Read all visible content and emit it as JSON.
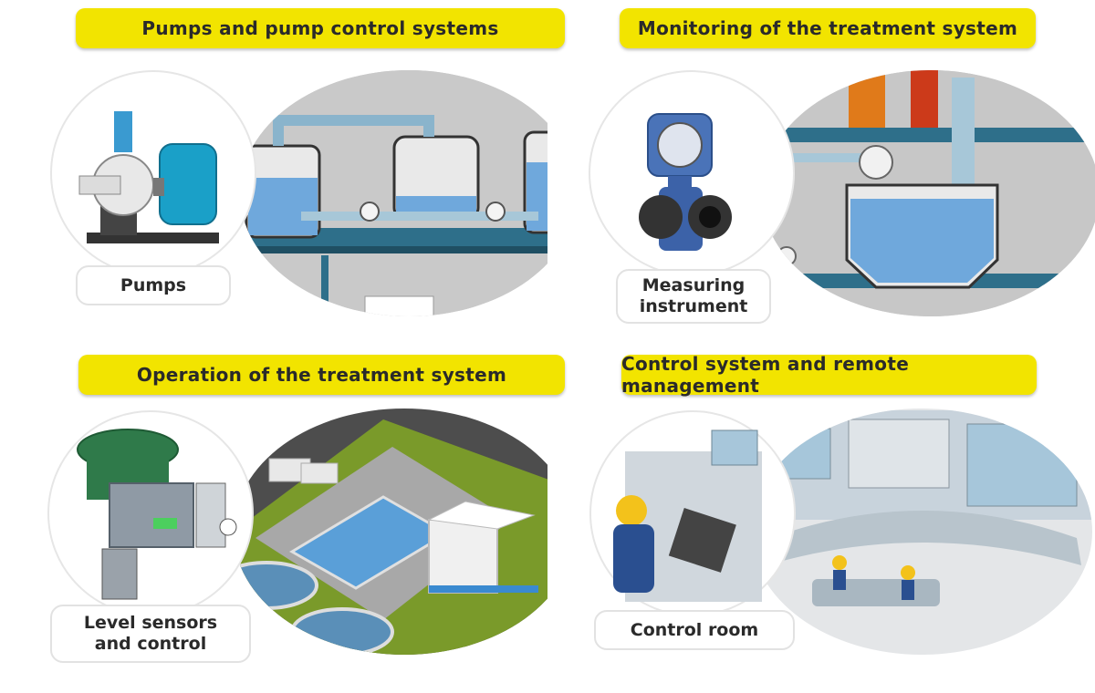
{
  "panels": [
    {
      "title": "Pumps and pump control systems",
      "label": "Pumps"
    },
    {
      "title": "Monitoring of the treatment system",
      "label": "Measuring\ninstrument"
    },
    {
      "title": "Operation of the treatment system",
      "label": "Level sensors\nand control"
    },
    {
      "title": "Control system and remote management",
      "label": "Control room"
    }
  ],
  "colors": {
    "title_bg": "#f2e400",
    "water": "#6fa8dc",
    "pipe": "#2e6f8a",
    "grass": "#7a9a2a"
  },
  "icons": [
    "pump-icon",
    "flowmeter-icon",
    "valve-actuator-icon",
    "control-room-icon"
  ]
}
